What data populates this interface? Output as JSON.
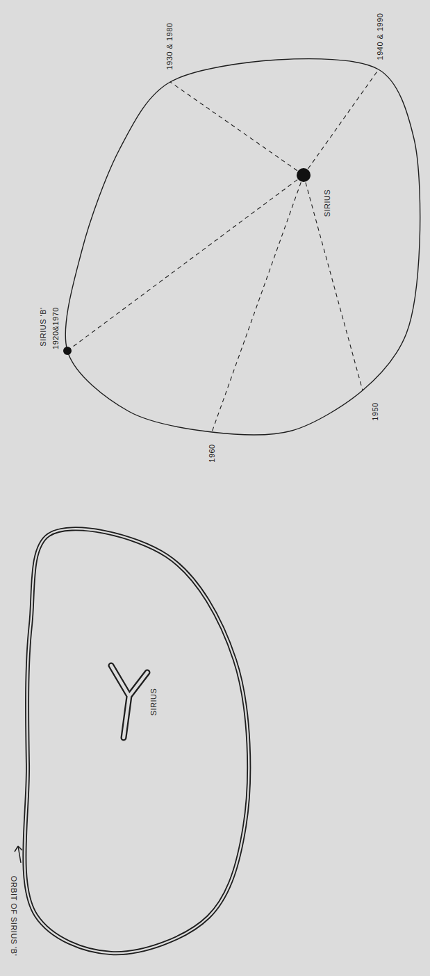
{
  "diagram": {
    "labels": [
      "1940 & 1990",
      "1930 & 1980",
      "SIRIUS 'B'",
      "1920&1970",
      "SIRIUS",
      "1960",
      "1950",
      "ORBIT OF SIRIUS 'B'",
      "SIRIUS"
    ]
  }
}
